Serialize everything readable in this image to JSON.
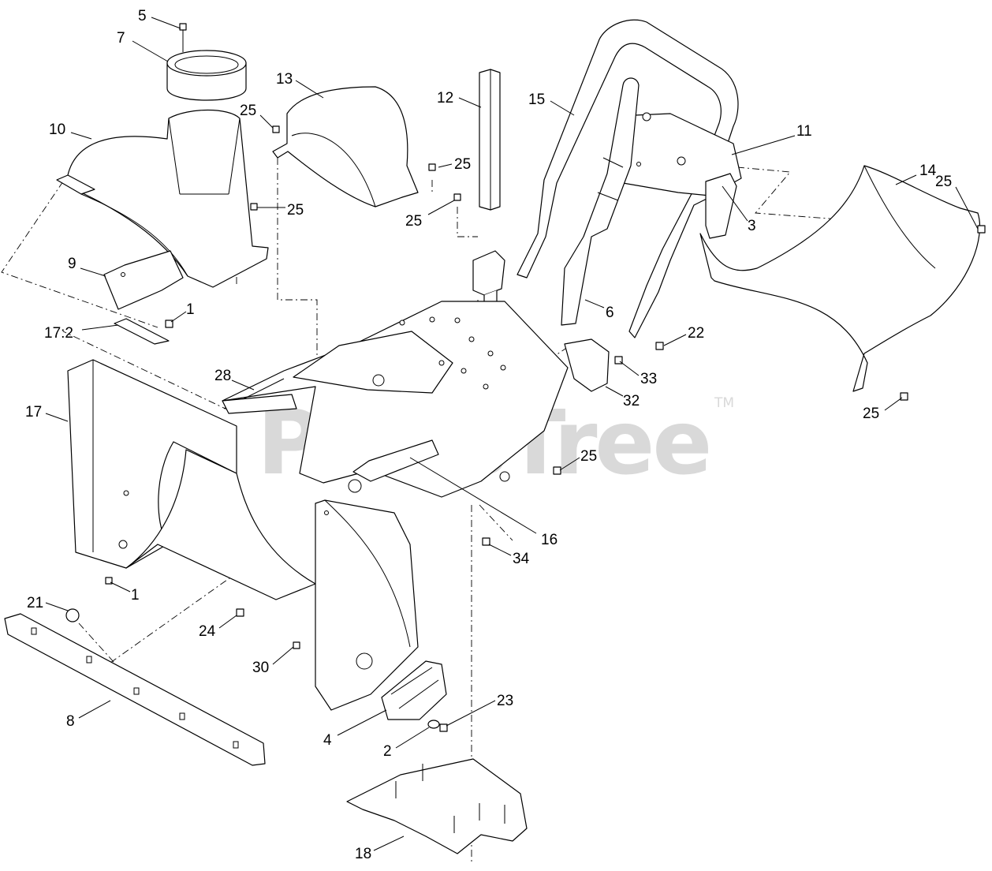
{
  "watermark": {
    "text": "PartsTree",
    "trademark": "TM"
  },
  "callouts": [
    "5",
    "7",
    "10",
    "13",
    "25",
    "25",
    "25",
    "25",
    "12",
    "15",
    "11",
    "14",
    "25",
    "3",
    "9",
    "1",
    "17:2",
    "6",
    "22",
    "28",
    "33",
    "32",
    "17",
    "25",
    "25",
    "16",
    "34",
    "1",
    "21",
    "24",
    "30",
    "8",
    "4",
    "23",
    "2",
    "18"
  ]
}
